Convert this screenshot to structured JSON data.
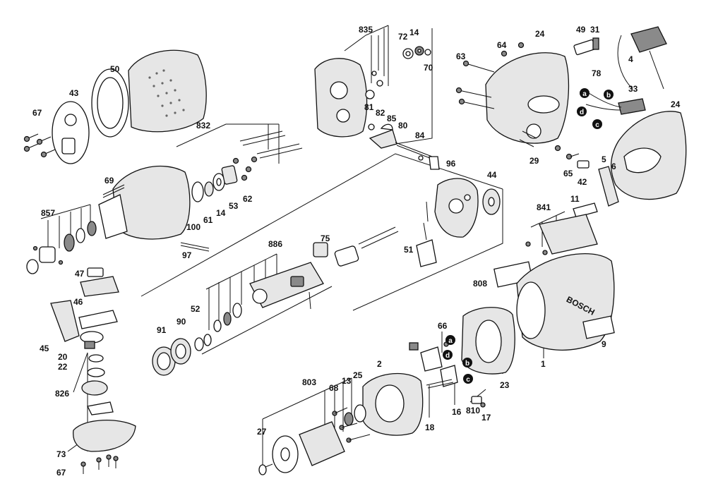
{
  "diagram": {
    "brand_text": "BOSCH",
    "part_labels": {
      "p835": "835",
      "p72": "72",
      "p14a": "14",
      "p70": "70",
      "p63": "63",
      "p64": "64",
      "p24a": "24",
      "p49": "49",
      "p31": "31",
      "p4": "4",
      "p78": "78",
      "p50": "50",
      "p43": "43",
      "p67a": "67",
      "p832": "832",
      "p81": "81",
      "p82": "82",
      "p85": "85",
      "p80": "80",
      "p84": "84",
      "p33": "33",
      "p24b": "24",
      "p29": "29",
      "p65": "65",
      "p42": "42",
      "p5": "5",
      "p6": "6",
      "p69": "69",
      "p62": "62",
      "p53": "53",
      "p14b": "14",
      "p61": "61",
      "p100": "100",
      "p96": "96",
      "p44": "44",
      "p11": "11",
      "p857": "857",
      "p97": "97",
      "p75": "75",
      "p886": "886",
      "p51": "51",
      "p841": "841",
      "p47": "47",
      "p808": "808",
      "p46": "46",
      "p52": "52",
      "p91": "91",
      "p90": "90",
      "p45": "45",
      "p20": "20",
      "p22": "22",
      "p66": "66",
      "p9": "9",
      "p1": "1",
      "p826": "826",
      "p803": "803",
      "p68": "68",
      "p13": "13",
      "p25": "25",
      "p2": "2",
      "p23": "23",
      "p16": "16",
      "p810": "810",
      "p17": "17",
      "p18": "18",
      "p27": "27",
      "p73": "73",
      "p67b": "67"
    },
    "connector_tags": [
      "a",
      "b",
      "c",
      "d"
    ],
    "stroke_color": "#111111",
    "background_color": "#ffffff"
  }
}
